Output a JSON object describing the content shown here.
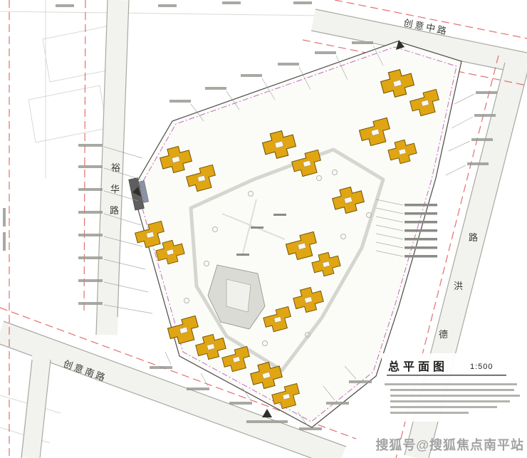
{
  "plan": {
    "title": "总平面图",
    "scale": "1:500"
  },
  "roads": {
    "top": {
      "name": "创意中路"
    },
    "bottom": {
      "name": "创意南路"
    },
    "left": {
      "chars": [
        "裕",
        "华",
        "路"
      ]
    },
    "right": {
      "chars": [
        "路",
        "洪",
        "德"
      ]
    }
  },
  "watermark": "搜狐号@搜狐焦点南平站",
  "colors": {
    "building_fill": "#e0a513",
    "building_outline": "#6e5300",
    "site_boundary": "#c46cc4",
    "road_redline": "#e05555"
  }
}
